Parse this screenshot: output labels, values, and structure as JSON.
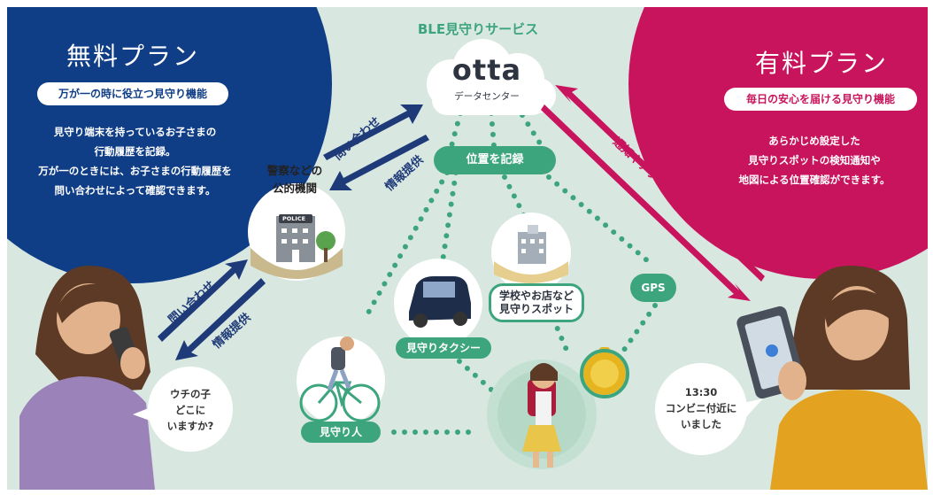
{
  "service_title": "BLE見守りサービス",
  "center": {
    "logo": "otta",
    "subtitle": "データセンター"
  },
  "free_plan": {
    "title": "無料プラン",
    "tagline": "万が一の時に役立つ見守り機能",
    "description": [
      "見守り端末を持っているお子さまの",
      "行動履歴を記録。",
      "万が一のときには、お子さまの行動履歴を",
      "問い合わせによって確認できます。"
    ],
    "color": "#0f3d86"
  },
  "paid_plan": {
    "title": "有料プラン",
    "tagline": "毎日の安心を届ける見守り機能",
    "description": [
      "あらかじめ設定した",
      "見守りスポットの検知通知や",
      "地図による位置確認ができます。"
    ],
    "color": "#c8145c"
  },
  "record_position": "位置を記録",
  "police": {
    "label": [
      "警察などの",
      "公的機関"
    ],
    "sign": "POLICE"
  },
  "arrows": {
    "inquiry_upper": "問い合わせ",
    "info_upper": "情報提供",
    "inquiry_lower": "問い合わせ",
    "info_lower": "情報提供",
    "notify": "通知やアプリで確認"
  },
  "nodes": {
    "taxi": "見守りタクシー",
    "spot": [
      "学校やお店など",
      "見守りスポット"
    ],
    "gps": "GPS",
    "watcher": "見守り人"
  },
  "bubbles": {
    "parent_left": [
      "ウチの子",
      "どこに",
      "いますか?"
    ],
    "parent_right": [
      "13:30",
      "コンビニ付近に",
      "いました"
    ]
  },
  "colors": {
    "background": "#d9e7e1",
    "green": "#3da57e",
    "navy": "#1e3a78",
    "pink": "#c8145c"
  }
}
